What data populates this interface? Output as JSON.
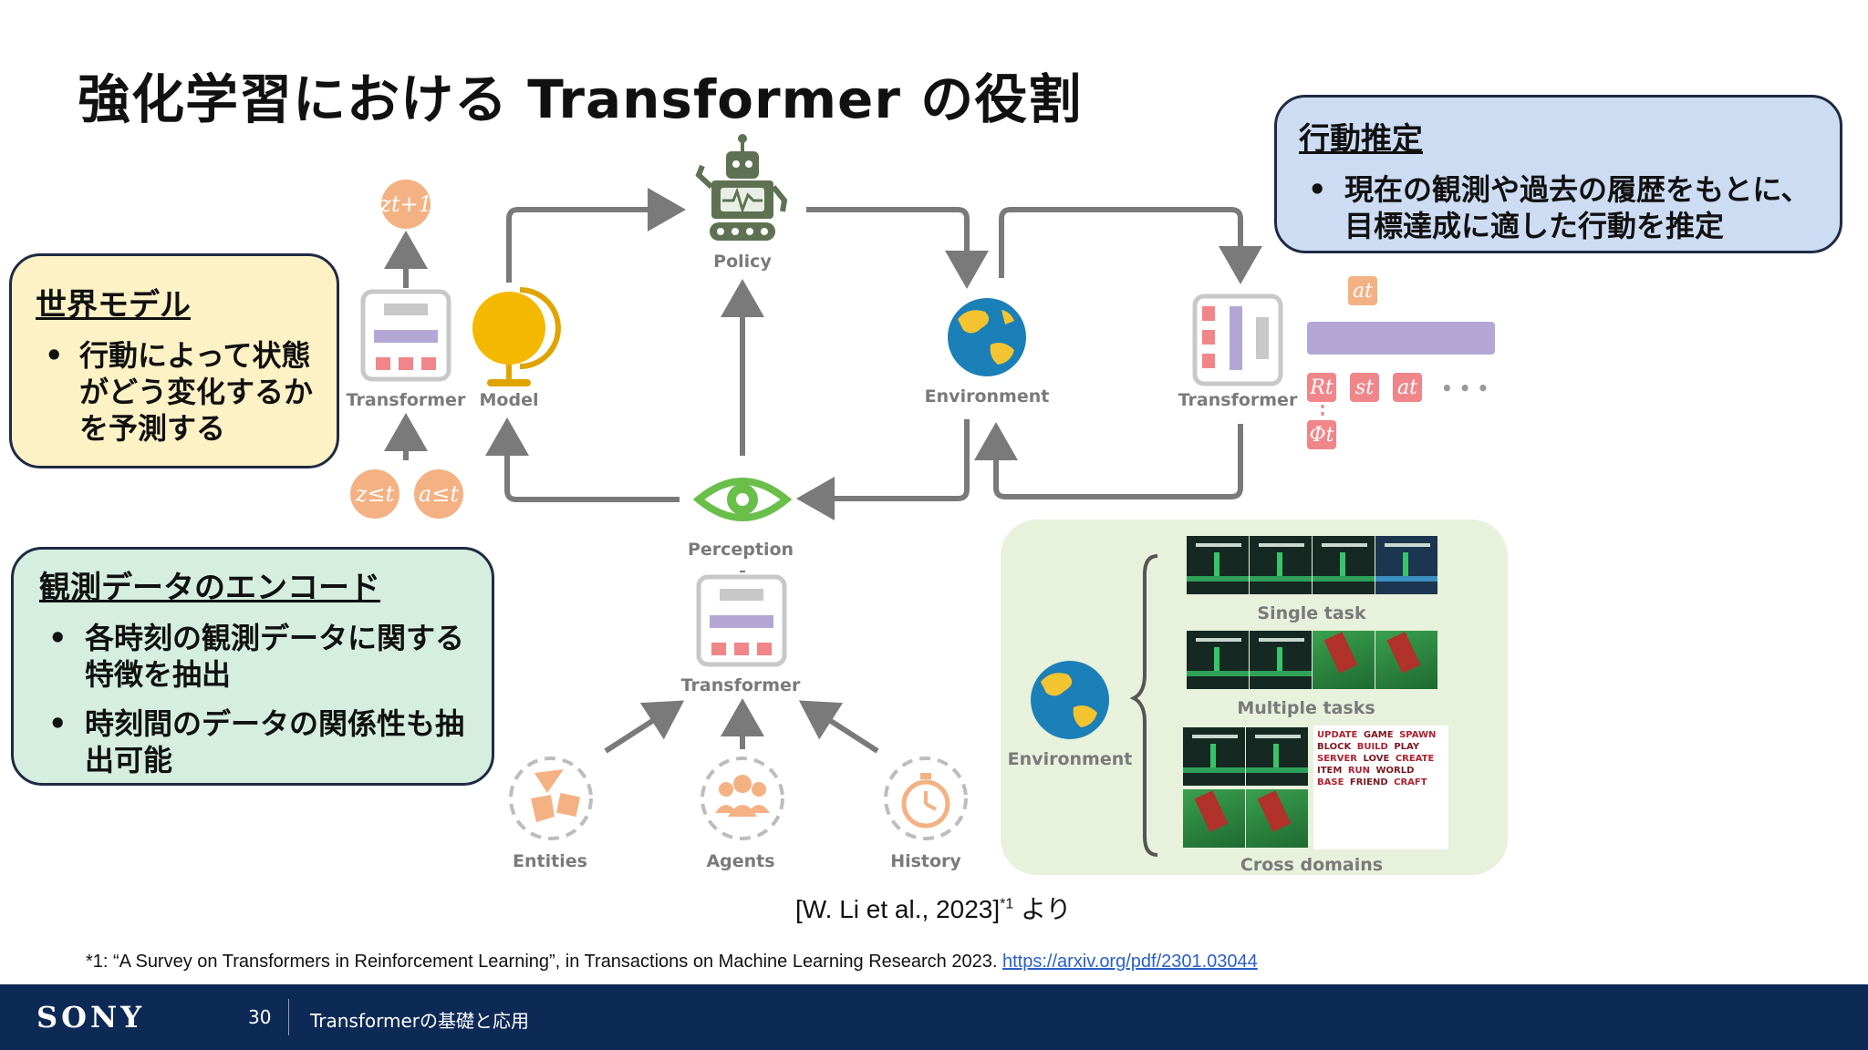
{
  "slide": {
    "title": "強化学習における Transformer の役割",
    "page_number": "30",
    "deck_title": "Transformerの基礎と応用",
    "brand": "SONY"
  },
  "callouts": {
    "world_model": {
      "heading": "世界モデル",
      "bullets": [
        "行動によって状態がどう変化するかを予測する"
      ]
    },
    "encode": {
      "heading": "観測データのエンコード",
      "bullets": [
        "各時刻の観測データに関する特徴を抽出",
        "時刻間のデータの関係性も抽出可能"
      ]
    },
    "action": {
      "heading": "行動推定",
      "bullets": [
        "現在の観測や過去の履歴をもとに、目標達成に適した行動を推定"
      ]
    }
  },
  "diagram": {
    "labels": {
      "policy": "Policy",
      "model": "Model",
      "transformer_left": "Transformer",
      "transformer_center": "Transformer",
      "transformer_right": "Transformer",
      "environment_top": "Environment",
      "environment_panel": "Environment",
      "perception": "Perception",
      "entities": "Entities",
      "agents": "Agents",
      "history": "History",
      "single_task": "Single task",
      "multiple_tasks": "Multiple tasks",
      "cross_domains": "Cross domains",
      "ellipsis": "• • •"
    },
    "symbols": {
      "z_next": "zt+1",
      "z_le": "z≤t",
      "a_le": "a≤t",
      "a_t_top": "at",
      "R_t": "Rt",
      "s_t": "st",
      "a_t": "at",
      "phi_t": "Φt"
    },
    "wordcloud": [
      "UPDATE",
      "GAME",
      "SPAWN",
      "BLOCK",
      "BUILD",
      "PLAY",
      "SERVER",
      "LOVE",
      "CREATE",
      "ITEM",
      "RUN",
      "WORLD",
      "BASE",
      "FRIEND",
      "CRAFT"
    ]
  },
  "citation": {
    "text": "[W. Li et al., 2023]",
    "sup": "*1",
    "suffix": " より"
  },
  "footnote": {
    "text": "*1: “A Survey on Transformers in Reinforcement Learning”, in Transactions on Machine Learning Research 2023. ",
    "link": "https://arxiv.org/pdf/2301.03044"
  },
  "colors": {
    "orange": "#f4b183",
    "red_block": "#f0868a",
    "purple_bar": "#b4a7d6",
    "green_eye": "#6abf4b",
    "footer_bg": "#0d2a56"
  }
}
